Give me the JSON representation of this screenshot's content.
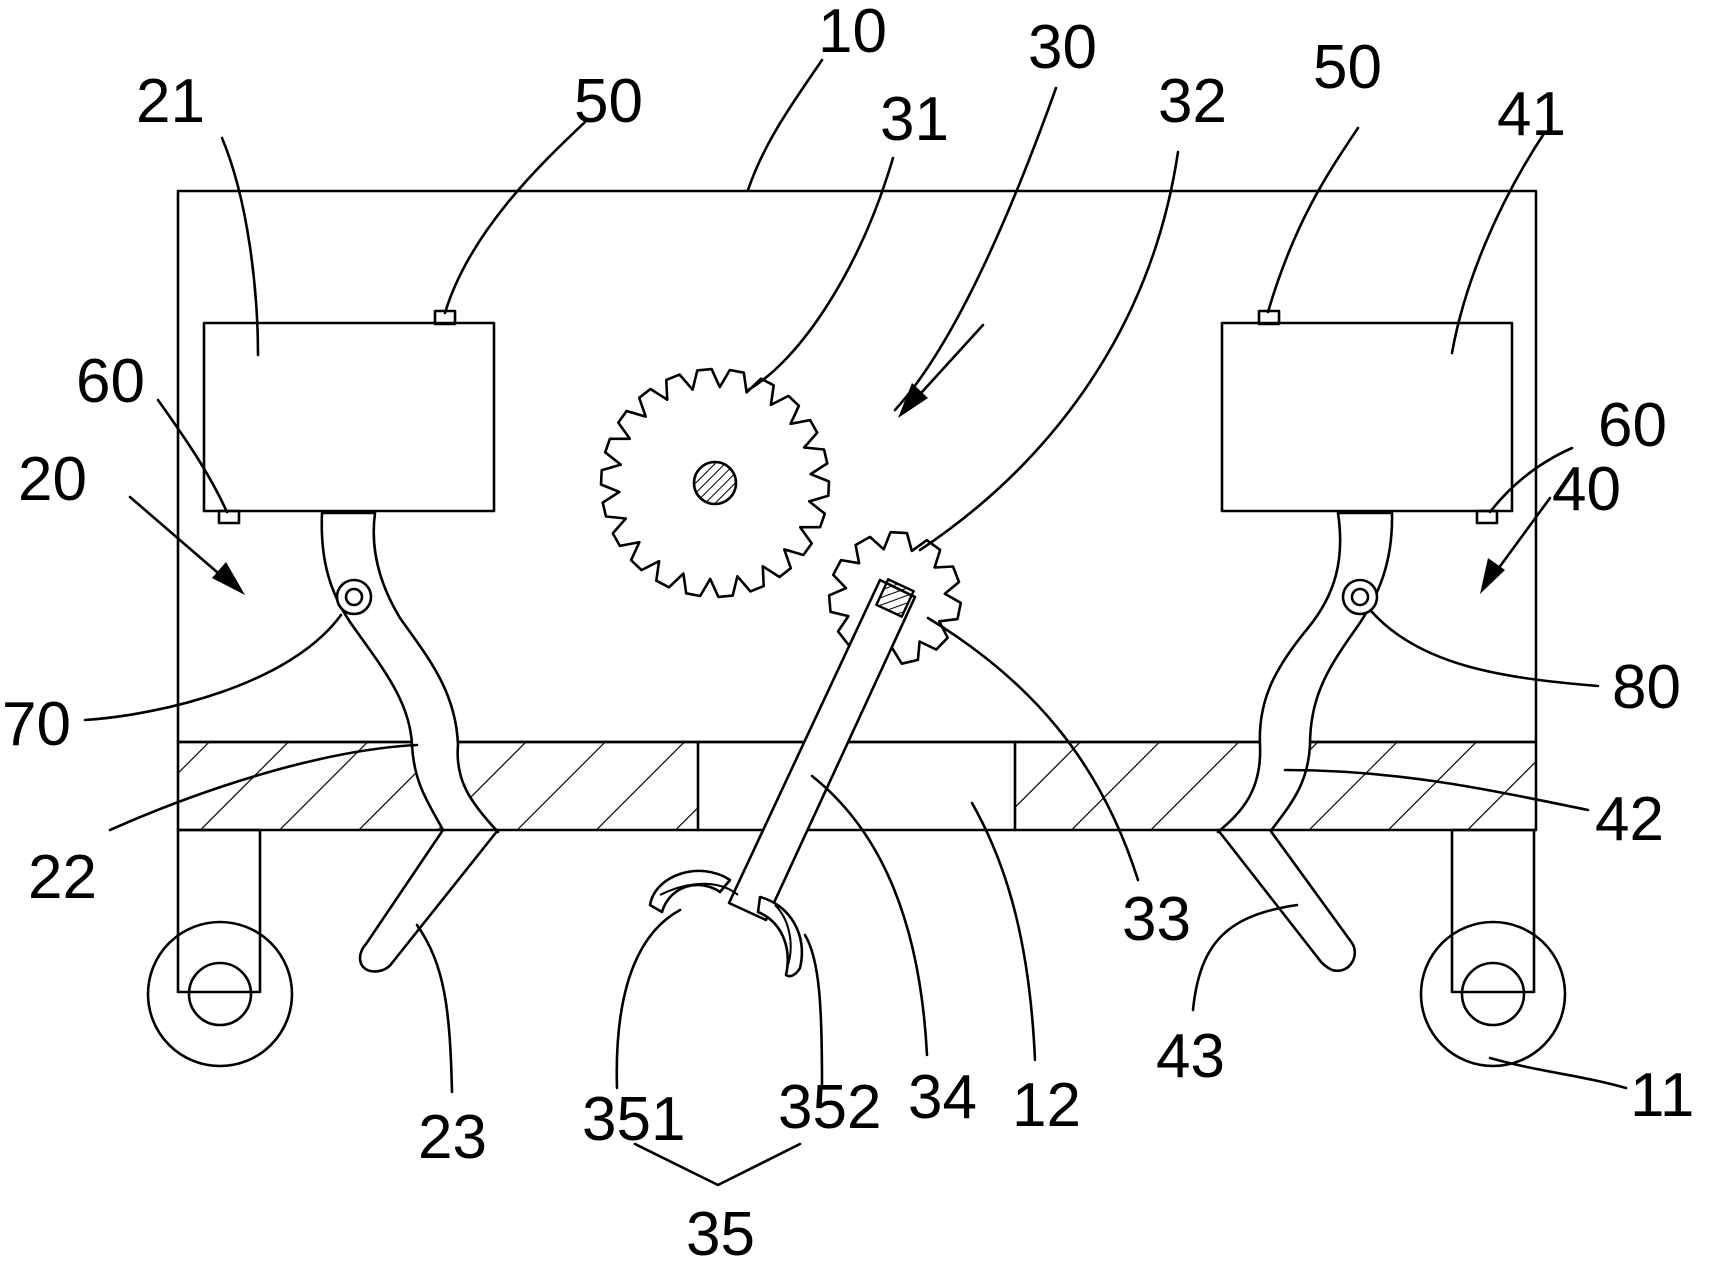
{
  "labels": {
    "l10": "10",
    "l21": "21",
    "l50a": "50",
    "l31": "31",
    "l30": "30",
    "l32": "32",
    "l50b": "50",
    "l41": "41",
    "l60a": "60",
    "l20": "20",
    "l60b": "60",
    "l40": "40",
    "l70": "70",
    "l80": "80",
    "l22": "22",
    "l42": "42",
    "l33": "33",
    "l23": "23",
    "l34": "34",
    "l12": "12",
    "l43": "43",
    "l11": "11",
    "l351": "351",
    "l352": "352",
    "l35": "35"
  }
}
